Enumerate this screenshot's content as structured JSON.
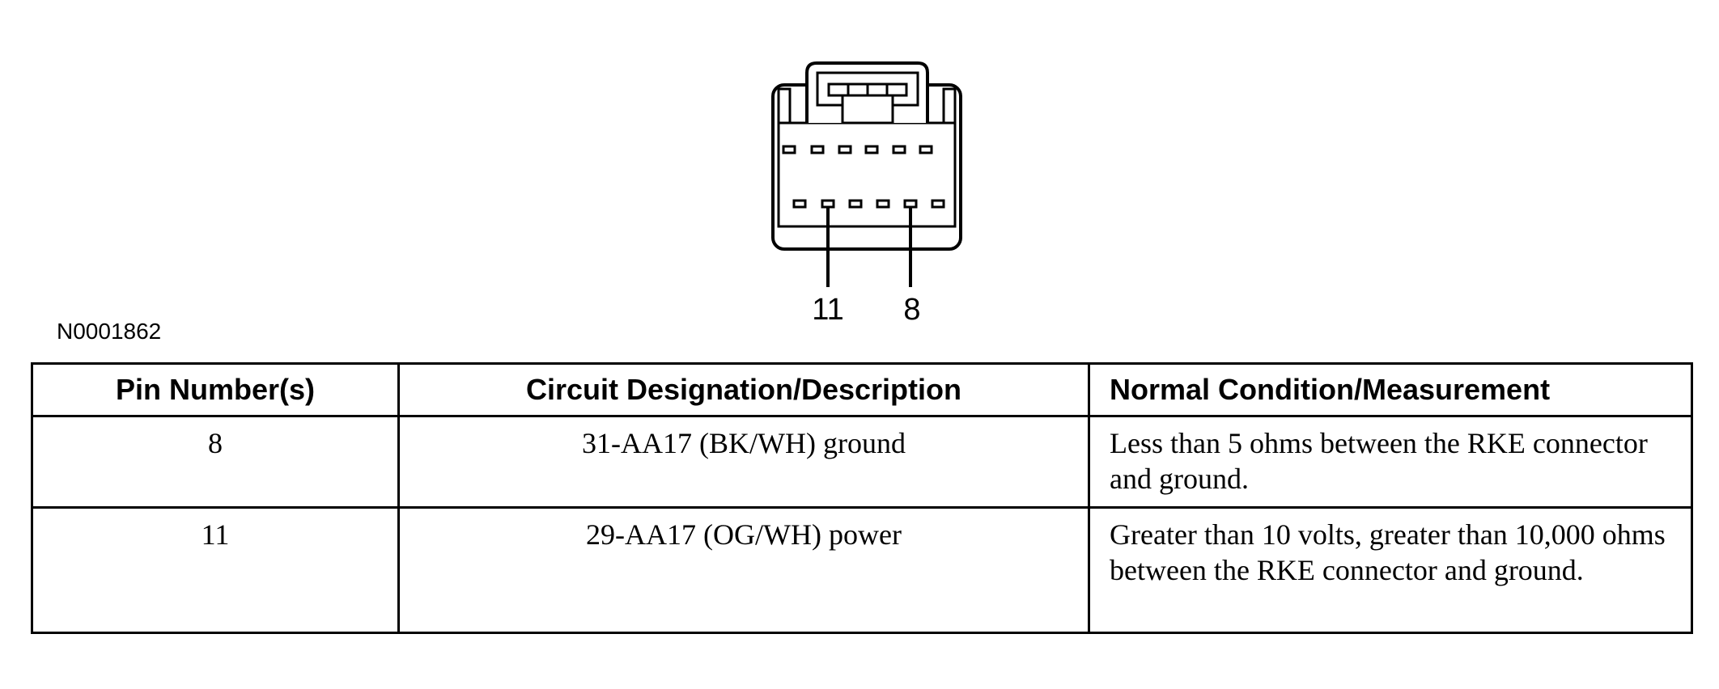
{
  "figure": {
    "id": "N0001862",
    "callouts": [
      "11",
      "8"
    ]
  },
  "table": {
    "headers": [
      "Pin Number(s)",
      "Circuit Designation/Description",
      "Normal Condition/Measurement"
    ],
    "rows": [
      [
        "8",
        "31-AA17 (BK/WH) ground",
        "Less than 5 ohms between the RKE connector and ground."
      ],
      [
        "11",
        "29-AA17 (OG/WH) power",
        "Greater than 10 volts, greater than 10,000 ohms between the RKE connector and ground."
      ]
    ]
  }
}
